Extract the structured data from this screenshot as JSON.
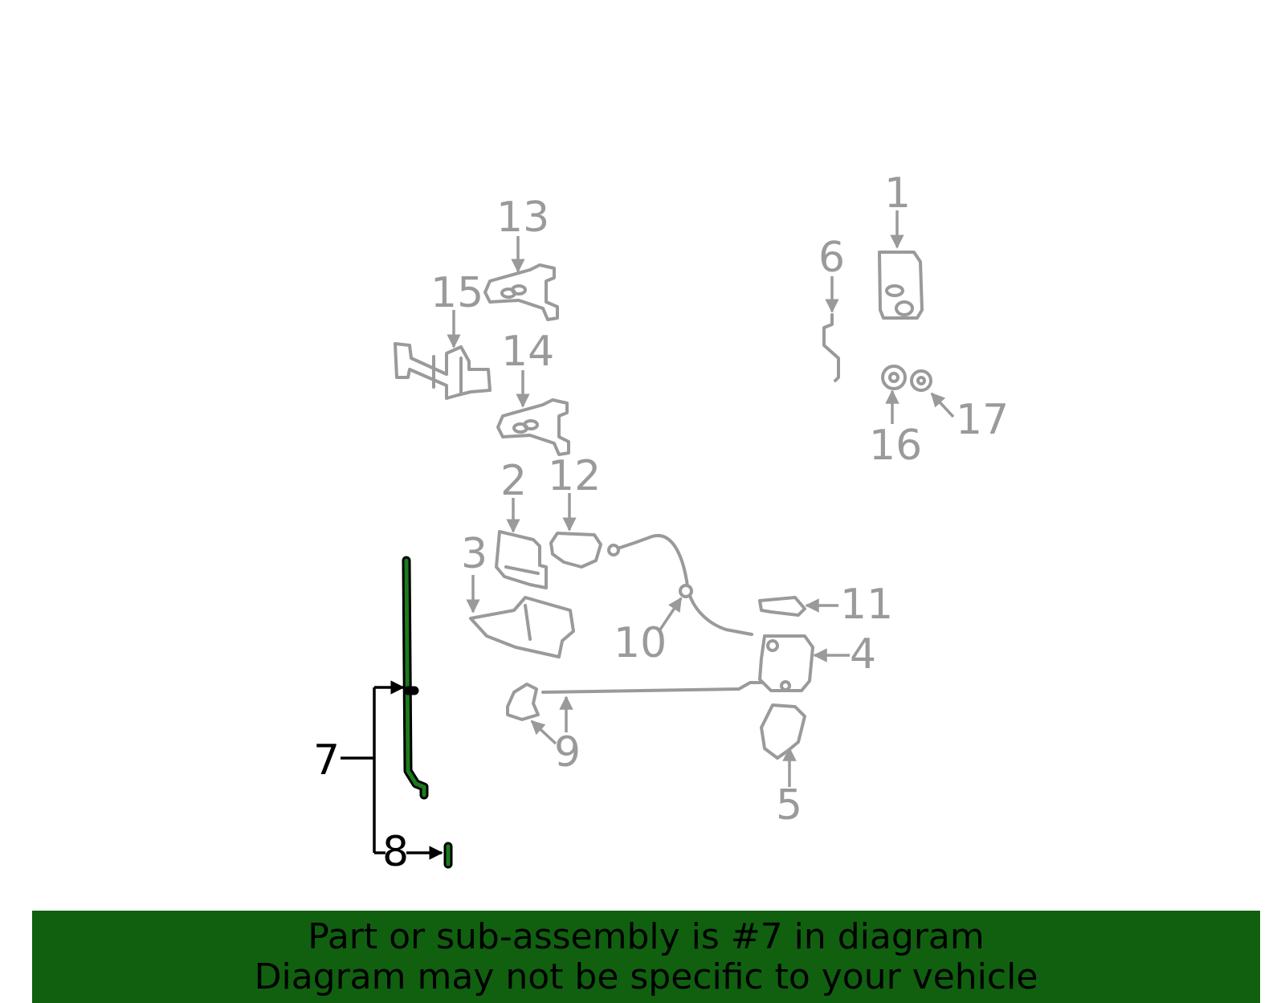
{
  "diagram": {
    "callouts": [
      {
        "id": "1",
        "label": "1"
      },
      {
        "id": "2",
        "label": "2"
      },
      {
        "id": "3",
        "label": "3"
      },
      {
        "id": "4",
        "label": "4"
      },
      {
        "id": "5",
        "label": "5"
      },
      {
        "id": "6",
        "label": "6"
      },
      {
        "id": "7",
        "label": "7"
      },
      {
        "id": "8",
        "label": "8"
      },
      {
        "id": "9",
        "label": "9"
      },
      {
        "id": "10",
        "label": "10"
      },
      {
        "id": "11",
        "label": "11"
      },
      {
        "id": "12",
        "label": "12"
      },
      {
        "id": "13",
        "label": "13"
      },
      {
        "id": "14",
        "label": "14"
      },
      {
        "id": "15",
        "label": "15"
      },
      {
        "id": "16",
        "label": "16"
      },
      {
        "id": "17",
        "label": "17"
      }
    ],
    "highlighted_part": "7",
    "colors": {
      "part_stroke": "#9a9a9a",
      "highlight": "#1c7a1c",
      "footer_bg": "#106010",
      "text_dark": "#000000"
    }
  },
  "footer": {
    "line1": "Part or sub-assembly is #7 in diagram",
    "line2": "Diagram may not be specific to your vehicle"
  }
}
